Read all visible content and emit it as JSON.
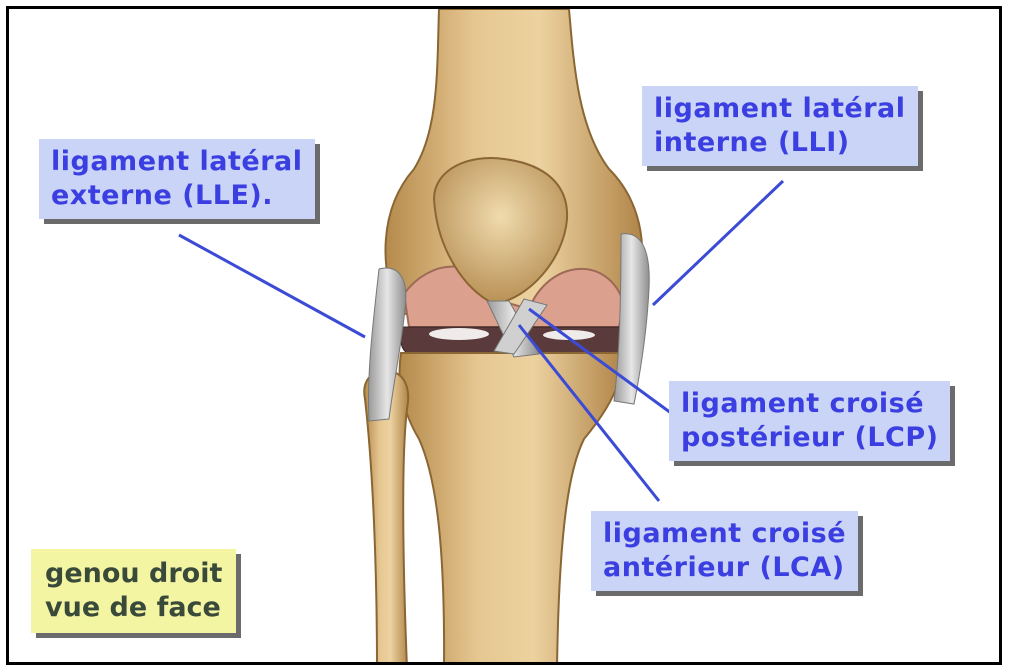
{
  "labels": {
    "lle": {
      "line1": "ligament latéral",
      "line2": "externe (LLE)."
    },
    "lli": {
      "line1": "ligament latéral",
      "line2": "interne (LLI)"
    },
    "lcp": {
      "line1": "ligament croisé",
      "line2": "postérieur (LCP)"
    },
    "lca": {
      "line1": "ligament croisé",
      "line2": "antérieur (LCA)"
    }
  },
  "caption": {
    "line1": "genou droit",
    "line2": "vue de face"
  },
  "colors": {
    "label_bg": "#c9d4f7",
    "label_text": "#3b3ee0",
    "leader_line": "#3b4bd6",
    "caption_bg": "#f3f5a3",
    "bone": "#d9b77c",
    "ligament": "#c8c8c8",
    "cartilage": "#d9a38f"
  }
}
